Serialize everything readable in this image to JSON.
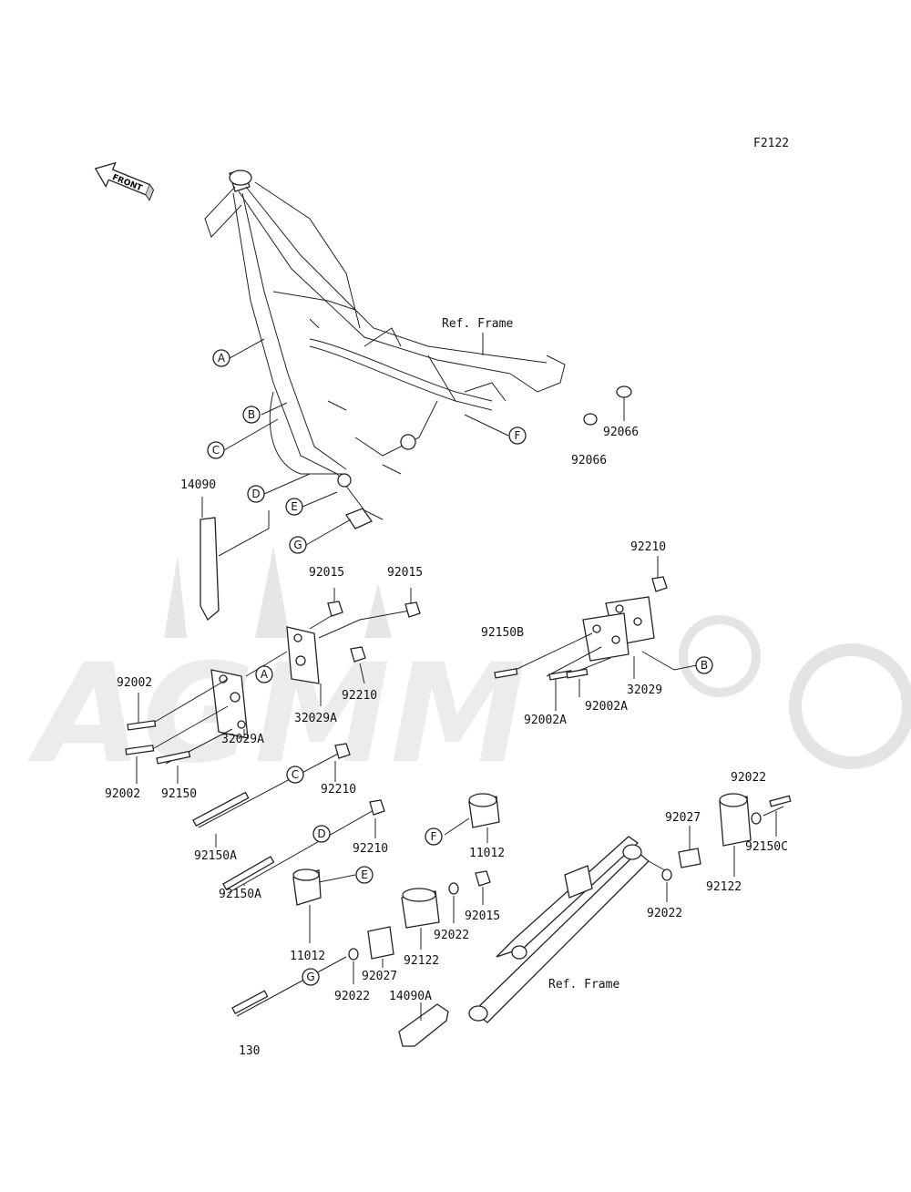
{
  "diagram_code": "F2122",
  "front_label": "FRONT",
  "watermark_text": "AGMM",
  "ref_frame_top": "Ref. Frame",
  "ref_frame_bottom": "Ref. Frame",
  "callouts": [
    "A",
    "B",
    "C",
    "D",
    "E",
    "F",
    "G"
  ],
  "part_numbers": {
    "p14090": "14090",
    "p92066a": "92066",
    "p92066b": "92066",
    "p92210_top_right": "92210",
    "p92015_left": "92015",
    "p92015_right": "92015",
    "p92150B": "92150B",
    "p92002_upper": "92002",
    "p92210_mid": "92210",
    "p32029A_upper": "32029A",
    "p32029": "32029",
    "p92002A_left": "92002A",
    "p92002A_right": "92002A",
    "p32029A_lower": "32029A",
    "p92002_lower": "92002",
    "p92150": "92150",
    "p92210_c": "92210",
    "p92022_right": "92022",
    "p92150A_upper": "92150A",
    "p92210_d": "92210",
    "p11012_f": "11012",
    "p92027_right": "92027",
    "p92150C": "92150C",
    "p92122_right": "92122",
    "p92150A_lower": "92150A",
    "p92015_lower": "92015",
    "p92022_mid_right": "92022",
    "p92022_mid": "92022",
    "p11012_e": "11012",
    "p92122_mid": "92122",
    "p92027_mid": "92027",
    "p92022_lower": "92022",
    "p14090A": "14090A",
    "p130": "130"
  }
}
